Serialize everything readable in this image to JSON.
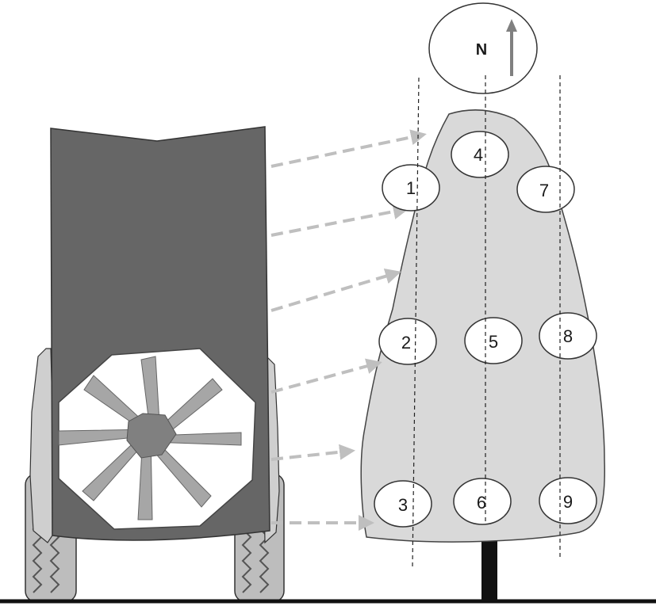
{
  "compass": {
    "label": "N",
    "icon": "north-arrow-icon"
  },
  "positions": [
    {
      "id": "1",
      "label": "1"
    },
    {
      "id": "2",
      "label": "2"
    },
    {
      "id": "3",
      "label": "3"
    },
    {
      "id": "4",
      "label": "4"
    },
    {
      "id": "5",
      "label": "5"
    },
    {
      "id": "6",
      "label": "6"
    },
    {
      "id": "7",
      "label": "7"
    },
    {
      "id": "8",
      "label": "8"
    },
    {
      "id": "9",
      "label": "9"
    }
  ],
  "colors": {
    "sprayer_body": "#666666",
    "tree_canopy": "#d9d9d9",
    "spray_arrows": "#bfbfbf",
    "fan_blades": "#a6a6a6",
    "outline": "#333333"
  }
}
